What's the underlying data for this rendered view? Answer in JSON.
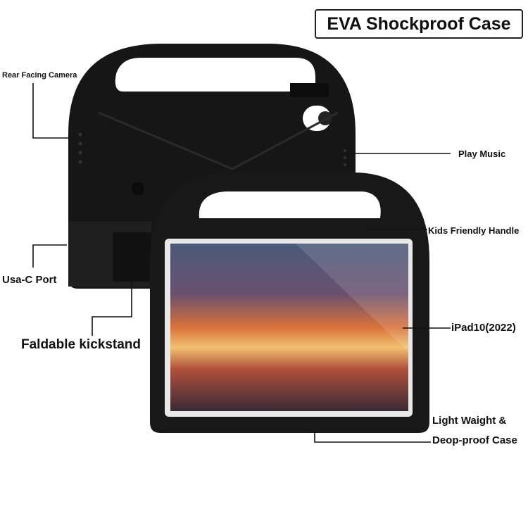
{
  "title": "EVA Shockproof Case",
  "labels": {
    "rear_camera": "Rear Facing Camera",
    "play_music": "Play Music",
    "kids_handle": "Kids Friendly Handle",
    "usb_port": "Usa-C Port",
    "kickstand": "Faldable kickstand",
    "device": "iPad10(2022)",
    "light_weight_line1": "Light Waight &",
    "light_weight_line2": "Deop-proof Case"
  },
  "colors": {
    "case": "#161616",
    "background": "#ffffff"
  }
}
